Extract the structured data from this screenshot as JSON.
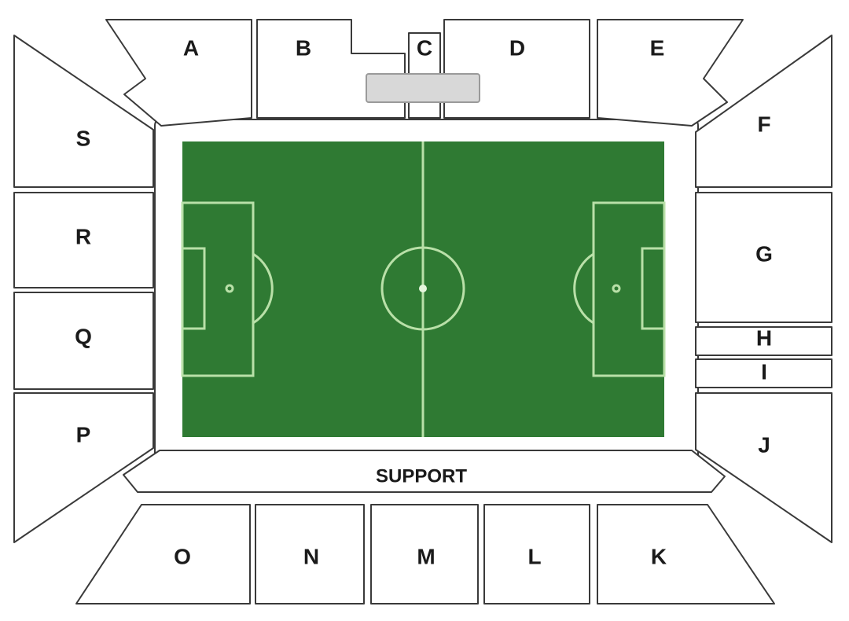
{
  "sections": {
    "A": "A",
    "B": "B",
    "C": "C",
    "D": "D",
    "E": "E",
    "F": "F",
    "G": "G",
    "H": "H",
    "I": "I",
    "J": "J",
    "K": "K",
    "L": "L",
    "M": "M",
    "N": "N",
    "O": "O",
    "P": "P",
    "Q": "Q",
    "R": "R",
    "S": "S"
  },
  "support_label": "SUPPORT",
  "colors": {
    "pitch": "#2f7a33",
    "pitch_lines": "#b9e0a8",
    "section_fill": "#ffffff",
    "section_stroke": "#3a3a3a"
  }
}
